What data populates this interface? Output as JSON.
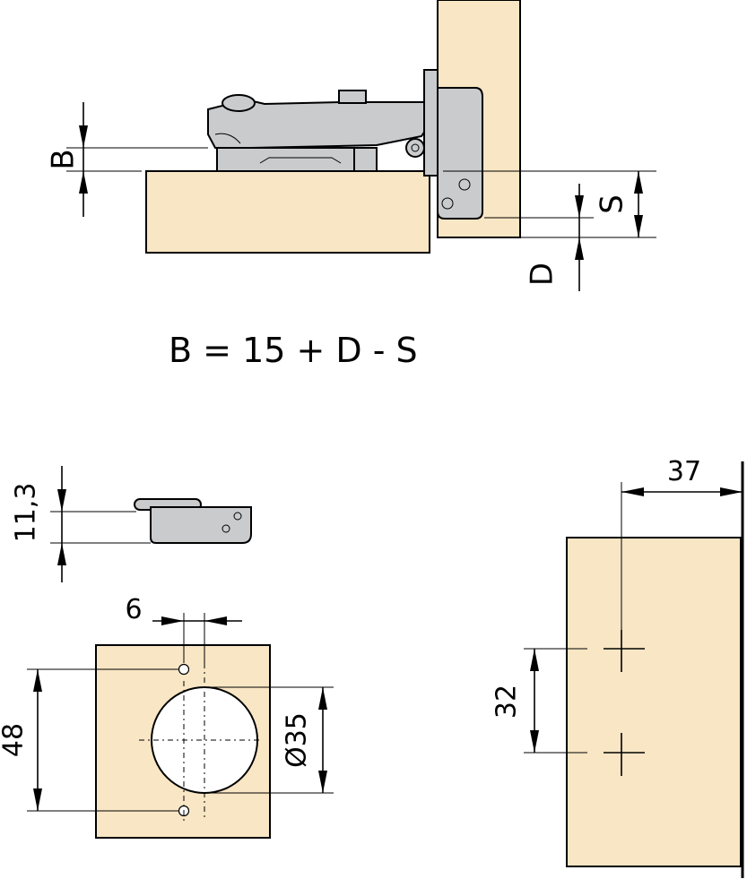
{
  "top_view": {
    "label_B": "B",
    "label_S": "S",
    "label_D": "D"
  },
  "formula": "B = 15 + D - S",
  "cup_side_view": {
    "height_label": "11,3"
  },
  "drilling_plate": {
    "offset_label": "6",
    "spacing_label": "48",
    "diameter_label": "Ø35"
  },
  "mounting_plate": {
    "distance_label": "37",
    "spacing_label": "32"
  },
  "colors": {
    "wood": "#f8e6c4",
    "metal": "#c9cbcd",
    "line": "#000000"
  }
}
